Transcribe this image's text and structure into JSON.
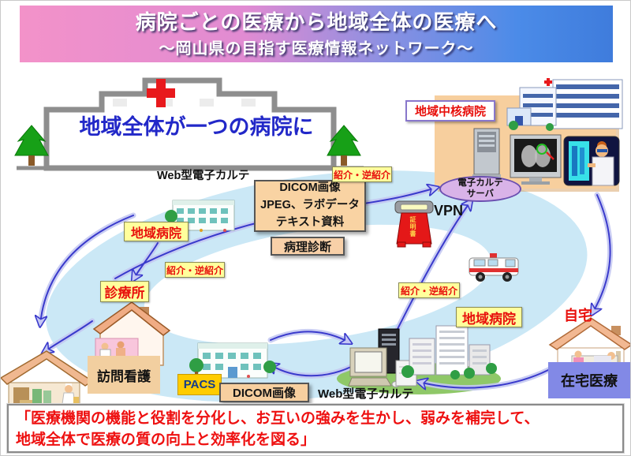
{
  "header": {
    "title": "病院ごとの医療から地域全体の医療へ",
    "subtitle": "～岡山県の目指す医療情報ネットワーク～"
  },
  "concept": {
    "slogan": "地域全体が一つの病院に"
  },
  "nodes": {
    "core_hospital": "地域中核病院",
    "emr_server": "電子カルテ\nサーバ",
    "web_emr_top": "Web型電子カルテ",
    "regional_hospital_left": "地域病院",
    "clinic": "診療所",
    "visiting_nursing": "訪問看護",
    "regional_hospital_right": "地域病院",
    "home": "自宅",
    "home_care": "在宅医療"
  },
  "boxes": {
    "dicom_detail": "DICOM画像\nJPEG、ラボデータ\nテキスト資料",
    "pathology": "病理診断",
    "pacs": "PACS",
    "dicom_image": "DICOM画像",
    "web_emr_bottom": "Web型電子カルテ"
  },
  "links": {
    "referral_top": "紹介・逆紹介",
    "referral_left": "紹介・逆紹介",
    "referral_right": "紹介・逆紹介",
    "vpn": "VPN",
    "certificate": "証明書"
  },
  "footer": {
    "message": "「医療機関の機能と役割を分化し、お互いの強みを生かし、弱みを補完して、\n地域全体で医療の質の向上と効率化を図る」"
  },
  "colors": {
    "ring_blue": "#cbe8f6",
    "arrow_blue": "#3a3acc",
    "label_red": "#e8100c",
    "tag_yellow": "#ffff9c",
    "box_peach": "#f9d3a3",
    "home_care_purple": "#8289e6",
    "header_pink": "#f392c9",
    "header_blue": "#3f7cdc"
  }
}
